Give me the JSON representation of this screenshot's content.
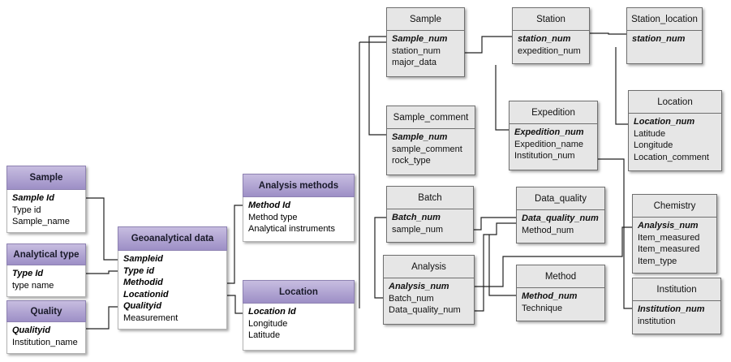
{
  "left_schema": {
    "sample": {
      "title": "Sample",
      "fields": [
        "Sample Id",
        "Type id",
        "Sample_name"
      ]
    },
    "analytical_type": {
      "title": "Analytical  type",
      "fields": [
        "Type Id",
        "type name"
      ]
    },
    "quality": {
      "title": "Quality",
      "fields": [
        "Qualityid",
        "Institution_name"
      ]
    },
    "geoanalytical_data": {
      "title": "Geoanalytical data",
      "fields": [
        "Sampleid",
        "Type id",
        "Methodid",
        "Locationid",
        "Qualityid",
        "Measurement"
      ]
    },
    "analysis_methods": {
      "title": "Analysis methods",
      "fields": [
        "Method Id",
        "Method type",
        "Analytical instruments"
      ]
    },
    "location": {
      "title": "Location",
      "fields": [
        "Location Id",
        "Longitude",
        "Latitude"
      ]
    }
  },
  "right_schema": {
    "sample": {
      "title": "Sample",
      "fields": [
        "Sample_num",
        "station_num",
        "major_data"
      ]
    },
    "station": {
      "title": "Station",
      "fields": [
        "station_num",
        "expedition_num"
      ]
    },
    "station_location": {
      "title": "Station_location",
      "fields": [
        "station_num"
      ]
    },
    "sample_comment": {
      "title": "Sample_comment",
      "fields": [
        "Sample_num",
        "sample_comment",
        "rock_type"
      ]
    },
    "expedition": {
      "title": "Expedition",
      "fields": [
        "Expedition_num",
        "Expedition_name",
        "Institution_num"
      ]
    },
    "location": {
      "title": "Location",
      "fields": [
        "Location_num",
        "Latitude",
        "Longitude",
        "Location_comment"
      ]
    },
    "batch": {
      "title": "Batch",
      "fields": [
        "Batch_num",
        "sample_num"
      ]
    },
    "data_quality": {
      "title": "Data_quality",
      "fields": [
        "Data_quality_num",
        "Method_num"
      ]
    },
    "chemistry": {
      "title": "Chemistry",
      "fields": [
        "Analysis_num",
        "Item_measured",
        "Item_measured",
        "Item_type"
      ]
    },
    "analysis": {
      "title": "Analysis",
      "fields": [
        "Analysis_num",
        "Batch_num",
        "Data_quality_num"
      ]
    },
    "method": {
      "title": "Method",
      "fields": [
        "Method_num",
        "Technique"
      ]
    },
    "institution": {
      "title": "Institution",
      "fields": [
        "Institution_num",
        "institution"
      ]
    }
  }
}
